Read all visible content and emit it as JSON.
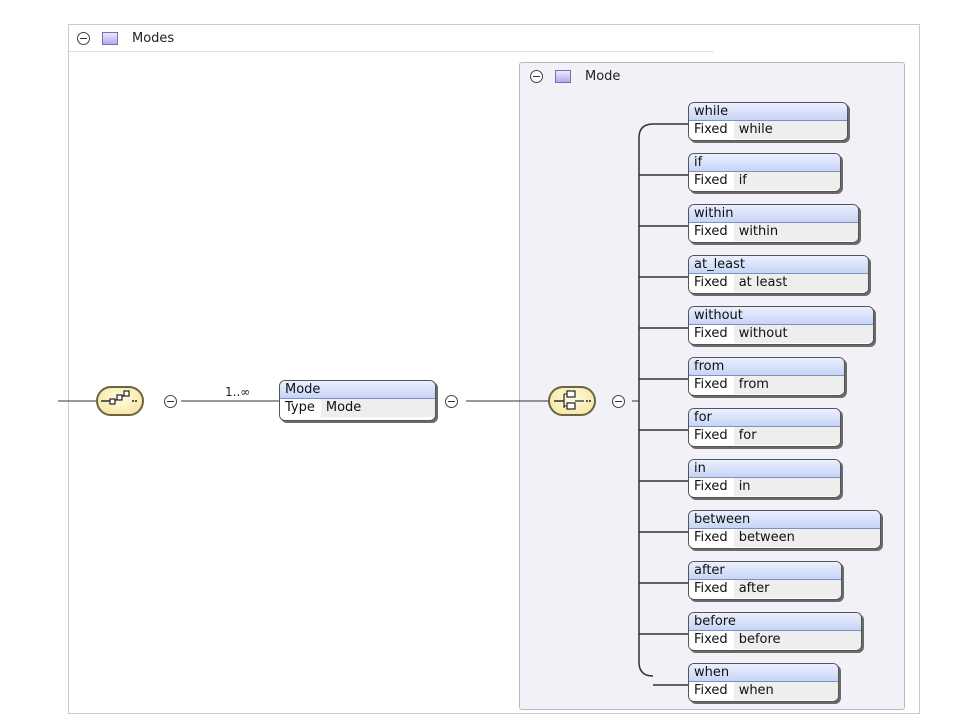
{
  "outer_group": {
    "title": "Modes"
  },
  "sequence_link": {
    "multiplicity": "1..∞"
  },
  "mode_element": {
    "name": "Mode",
    "row_key": "Type",
    "row_value": "Mode"
  },
  "inner_group": {
    "title": "Mode"
  },
  "choices": [
    {
      "name": "while",
      "key": "Fixed",
      "value": "while"
    },
    {
      "name": "if",
      "key": "Fixed",
      "value": "if"
    },
    {
      "name": "within",
      "key": "Fixed",
      "value": "within"
    },
    {
      "name": "at_least",
      "key": "Fixed",
      "value": "at least"
    },
    {
      "name": "without",
      "key": "Fixed",
      "value": "without"
    },
    {
      "name": "from",
      "key": "Fixed",
      "value": "from"
    },
    {
      "name": "for",
      "key": "Fixed",
      "value": "for"
    },
    {
      "name": "in",
      "key": "Fixed",
      "value": "in"
    },
    {
      "name": "between",
      "key": "Fixed",
      "value": "between"
    },
    {
      "name": "after",
      "key": "Fixed",
      "value": "after"
    },
    {
      "name": "before",
      "key": "Fixed",
      "value": "before"
    },
    {
      "name": "when",
      "key": "Fixed",
      "value": "when"
    }
  ]
}
